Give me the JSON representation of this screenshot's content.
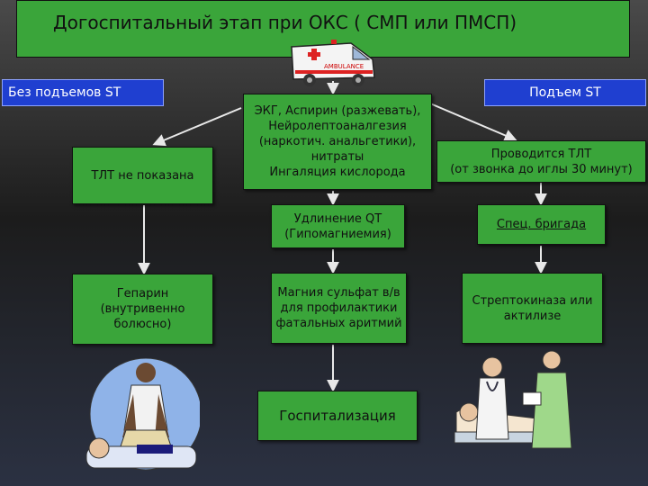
{
  "title": "Догоспитальный этап при ОКС ( СМП или ПМСП)",
  "left_header": "Без подъемов ST",
  "right_header": "Подъем ST",
  "center_top": "ЭКГ, Аспирин (разжевать),\nНейролептоаналгезия\n(наркотич. анальгетики),\nнитраты\nИнгаляция кислорода",
  "center_mid": "Удлинение QT\n(Гипомагниемия)",
  "center_low": "Магния сульфат в/в\nдля профилактики\nфатальных аритмий",
  "center_bottom": "Госпитализация",
  "left_1": "ТЛТ не показана",
  "left_2": "Гепарин\n(внутривенно\nболюсно)",
  "right_1": "Проводится ТЛТ\n(от звонка до иглы 30 минут)",
  "right_2": "Спец. бригада",
  "right_3": "Стрептокиназа или\nактилизе",
  "ambulance_text": "AMBULANCE",
  "colors": {
    "box_green": "#3aa53a",
    "header_blue": "#1f3fd0",
    "arrow": "#e8e8e8"
  },
  "icons": [
    "ambulance-icon",
    "cpr-illustration",
    "hospital-care-illustration"
  ]
}
